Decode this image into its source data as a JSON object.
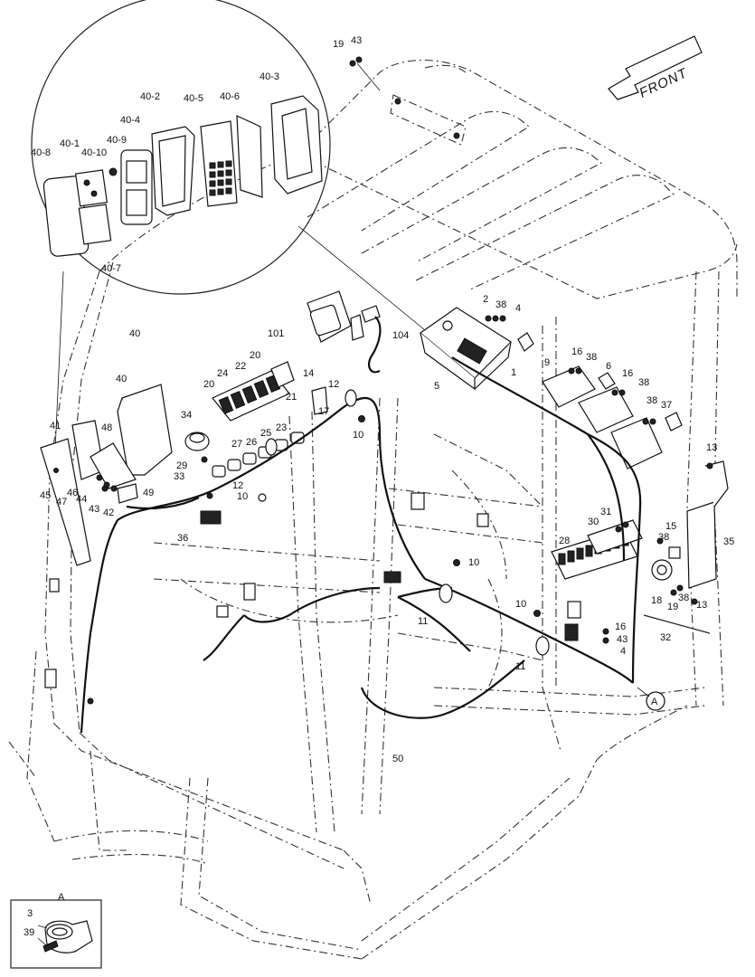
{
  "front_label": "FRONT",
  "detail_label": "A",
  "callout_A": "A",
  "labels": [
    {
      "id": "19-top",
      "text": "19"
    },
    {
      "id": "43-top",
      "text": "43"
    },
    {
      "id": "40-3",
      "text": "40-3"
    },
    {
      "id": "40-2",
      "text": "40-2"
    },
    {
      "id": "40-5",
      "text": "40-5"
    },
    {
      "id": "40-6",
      "text": "40-6"
    },
    {
      "id": "40-4",
      "text": "40-4"
    },
    {
      "id": "40-9",
      "text": "40-9"
    },
    {
      "id": "40-1",
      "text": "40-1"
    },
    {
      "id": "40-10",
      "text": "40-10"
    },
    {
      "id": "40-8",
      "text": "40-8"
    },
    {
      "id": "40-7",
      "text": "40-7"
    },
    {
      "id": "2",
      "text": "2"
    },
    {
      "id": "38-a",
      "text": "38"
    },
    {
      "id": "4-a",
      "text": "4"
    },
    {
      "id": "101",
      "text": "101"
    },
    {
      "id": "104",
      "text": "104"
    },
    {
      "id": "1",
      "text": "1"
    },
    {
      "id": "5",
      "text": "5"
    },
    {
      "id": "40-a",
      "text": "40"
    },
    {
      "id": "20-a",
      "text": "20"
    },
    {
      "id": "22",
      "text": "22"
    },
    {
      "id": "24",
      "text": "24"
    },
    {
      "id": "20-b",
      "text": "20"
    },
    {
      "id": "14",
      "text": "14"
    },
    {
      "id": "12-a",
      "text": "12"
    },
    {
      "id": "40-b",
      "text": "40"
    },
    {
      "id": "21",
      "text": "21"
    },
    {
      "id": "17",
      "text": "17"
    },
    {
      "id": "23",
      "text": "23"
    },
    {
      "id": "25",
      "text": "25"
    },
    {
      "id": "34",
      "text": "34"
    },
    {
      "id": "27",
      "text": "27"
    },
    {
      "id": "26",
      "text": "26"
    },
    {
      "id": "10-a",
      "text": "10"
    },
    {
      "id": "41",
      "text": "41"
    },
    {
      "id": "48",
      "text": "48"
    },
    {
      "id": "29",
      "text": "29"
    },
    {
      "id": "33",
      "text": "33"
    },
    {
      "id": "12-b",
      "text": "12"
    },
    {
      "id": "10-b",
      "text": "10"
    },
    {
      "id": "49",
      "text": "49"
    },
    {
      "id": "46",
      "text": "46"
    },
    {
      "id": "47",
      "text": "47"
    },
    {
      "id": "45",
      "text": "45"
    },
    {
      "id": "44",
      "text": "44"
    },
    {
      "id": "43-a",
      "text": "43"
    },
    {
      "id": "42",
      "text": "42"
    },
    {
      "id": "36",
      "text": "36"
    },
    {
      "id": "16-a",
      "text": "16"
    },
    {
      "id": "38-b",
      "text": "38"
    },
    {
      "id": "9",
      "text": "9"
    },
    {
      "id": "6",
      "text": "6"
    },
    {
      "id": "16-b",
      "text": "16"
    },
    {
      "id": "38-c",
      "text": "38"
    },
    {
      "id": "38-d",
      "text": "38"
    },
    {
      "id": "37",
      "text": "37"
    },
    {
      "id": "13-a",
      "text": "13"
    },
    {
      "id": "35",
      "text": "35"
    },
    {
      "id": "31",
      "text": "31"
    },
    {
      "id": "30",
      "text": "30"
    },
    {
      "id": "15",
      "text": "15"
    },
    {
      "id": "38-e",
      "text": "38"
    },
    {
      "id": "28",
      "text": "28"
    },
    {
      "id": "10-c",
      "text": "10"
    },
    {
      "id": "18",
      "text": "18"
    },
    {
      "id": "19-b",
      "text": "19"
    },
    {
      "id": "38-f",
      "text": "38"
    },
    {
      "id": "13-b",
      "text": "13"
    },
    {
      "id": "10-d",
      "text": "10"
    },
    {
      "id": "16-c",
      "text": "16"
    },
    {
      "id": "43-b",
      "text": "43"
    },
    {
      "id": "4-b",
      "text": "4"
    },
    {
      "id": "32",
      "text": "32"
    },
    {
      "id": "11-a",
      "text": "11"
    },
    {
      "id": "11-b",
      "text": "11"
    },
    {
      "id": "50",
      "text": "50"
    },
    {
      "id": "3",
      "text": "3"
    },
    {
      "id": "39",
      "text": "39"
    }
  ]
}
